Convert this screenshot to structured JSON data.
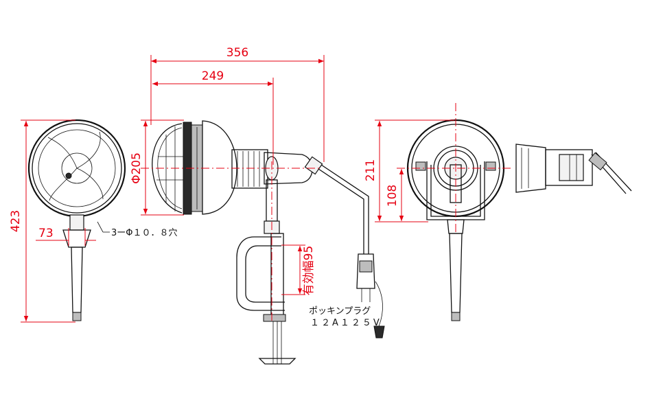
{
  "dimensions": {
    "total_length": "356",
    "body_length": "249",
    "diameter": "Φ205",
    "height": "423",
    "offset": "73",
    "holes": "3ーΦ１０．８穴",
    "effective_width": "有効幅95",
    "rear_height": "211",
    "rear_center": "108"
  },
  "plug": {
    "label": "ポッキンプラグ",
    "rating": "１２A１２５V"
  },
  "colors": {
    "dimension": "#e60012",
    "line": "#111111"
  }
}
